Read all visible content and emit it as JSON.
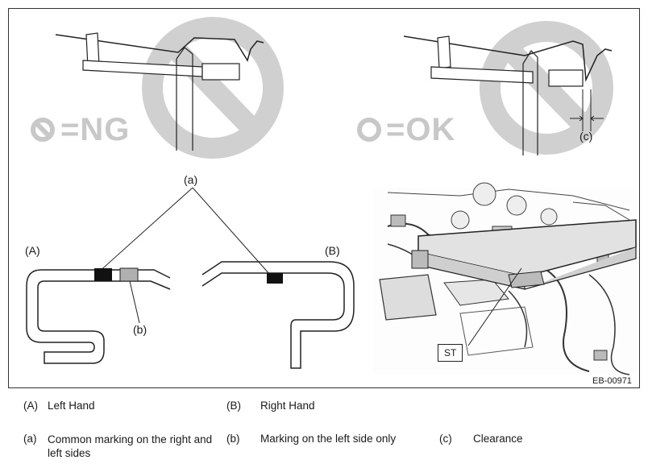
{
  "figure": {
    "code": "EB-00971",
    "ng_label": "=NG",
    "ok_label": "=OK",
    "labels": {
      "a": "(a)",
      "b": "(b)",
      "c": "(c)",
      "A": "(A)",
      "B": "(B)",
      "st": "ST"
    }
  },
  "legend": [
    {
      "key": "(A)",
      "text": "Left Hand"
    },
    {
      "key": "(B)",
      "text": "Right Hand"
    },
    {
      "key": "(a)",
      "text": "Common marking on the right and left sides"
    },
    {
      "key": "(b)",
      "text": "Marking on the left side only"
    },
    {
      "key": "(c)",
      "text": "Clearance"
    }
  ],
  "colors": {
    "watermark": "#c8c8c8",
    "line": "#222222",
    "mark_black": "#111111",
    "mark_gray": "#b0b0b0"
  }
}
